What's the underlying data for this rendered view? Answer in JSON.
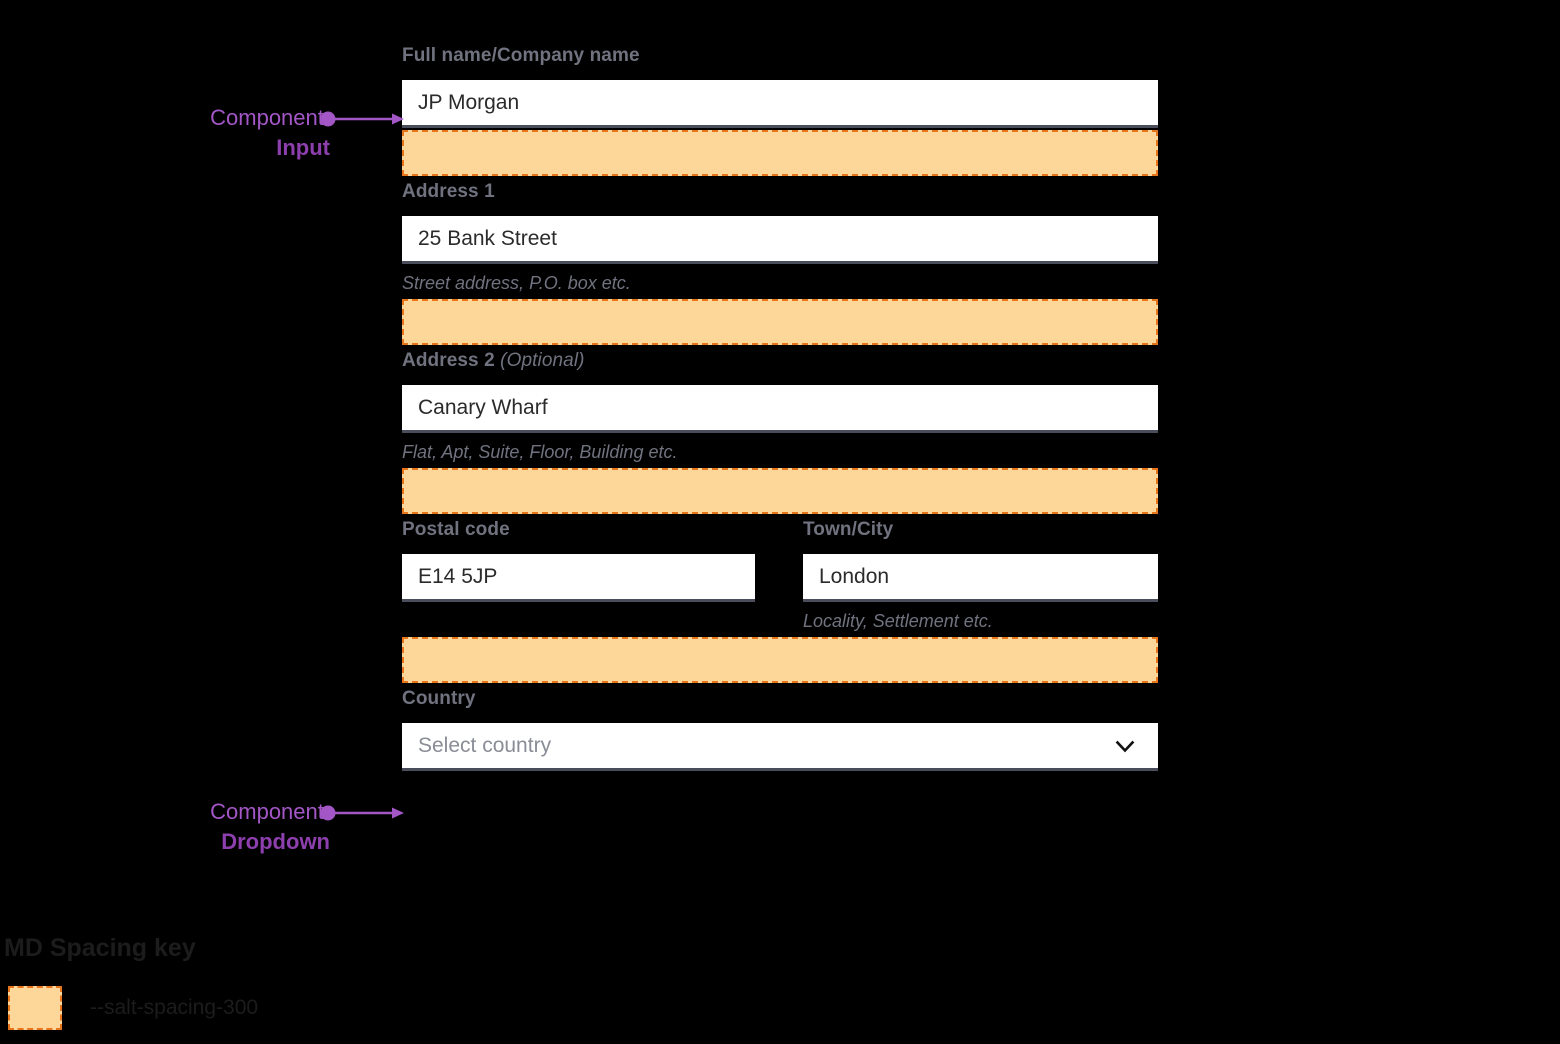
{
  "page": {
    "background_color": "#000000",
    "accent_spacing_fill": "#fdd699",
    "accent_spacing_border": "#e8751a",
    "annotation_color": "#a356c6",
    "annotation_bold_color": "#8e3fae",
    "label_color": "#70737f",
    "value_color": "#2b2b2b",
    "placeholder_color": "#8a8d96",
    "input_underline_color": "#4a4e5c"
  },
  "form": {
    "fields": [
      {
        "name": "full-name",
        "label": "Full name/Company name",
        "optional_suffix": "",
        "value": "JP Morgan",
        "placeholder": "",
        "helper": "",
        "type": "input"
      },
      {
        "name": "address-1",
        "label": "Address 1",
        "optional_suffix": "",
        "value": "25 Bank Street",
        "placeholder": "",
        "helper": "Street address, P.O. box etc.",
        "type": "input"
      },
      {
        "name": "address-2",
        "label": "Address 2",
        "optional_suffix": "(Optional)",
        "value": "Canary Wharf",
        "placeholder": "",
        "helper": "Flat, Apt, Suite, Floor, Building etc.",
        "type": "input"
      },
      {
        "name": "postal-code",
        "label": "Postal code",
        "optional_suffix": "",
        "value": "E14 5JP",
        "placeholder": "",
        "helper": "",
        "type": "input"
      },
      {
        "name": "town-city",
        "label": "Town/City",
        "optional_suffix": "",
        "value": "London",
        "placeholder": "",
        "helper": "Locality, Settlement etc.",
        "type": "input"
      },
      {
        "name": "country",
        "label": "Country",
        "optional_suffix": "",
        "value": "",
        "placeholder": "Select country",
        "helper": "",
        "type": "dropdown",
        "icon": "chevron-down-icon"
      }
    ]
  },
  "annotations": [
    {
      "name": "input-annotation",
      "kind": "Component:",
      "component": "Input"
    },
    {
      "name": "dropdown-annotation",
      "kind": "Component:",
      "component": "Dropdown"
    }
  ],
  "legend": {
    "title": "MD Spacing key",
    "items": [
      {
        "swatch": "spacing-300-swatch",
        "token": "--salt-spacing-300"
      }
    ]
  }
}
